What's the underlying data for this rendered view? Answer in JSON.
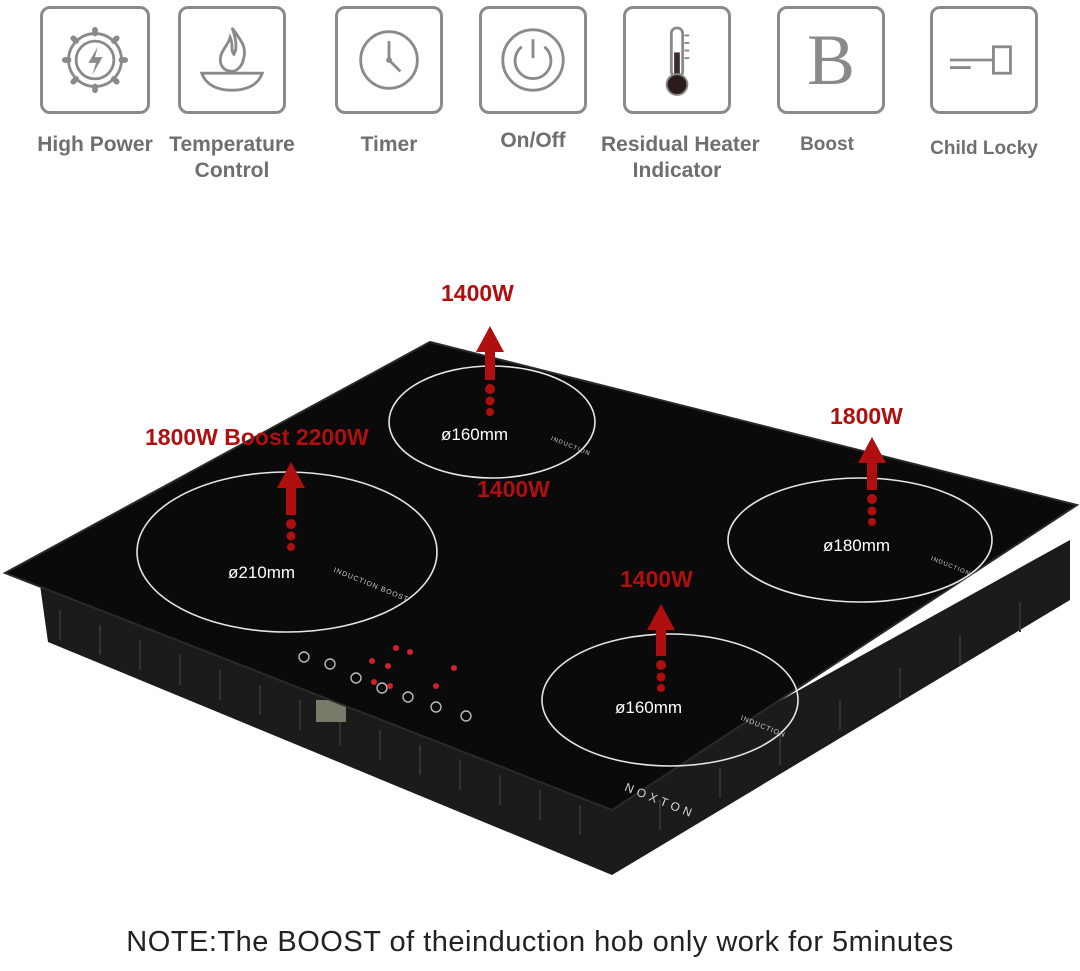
{
  "features": [
    {
      "label": "High Power",
      "icon": "lightning-gear-icon"
    },
    {
      "label": "Temperature\nControl",
      "icon": "flame-pan-icon"
    },
    {
      "label": "Timer",
      "icon": "clock-icon"
    },
    {
      "label": "On/Off",
      "icon": "power-icon"
    },
    {
      "label": "Residual Heater\nIndicator",
      "icon": "thermometer-icon"
    },
    {
      "label": "Boost",
      "icon": "boost-b-icon",
      "glyph": "B"
    },
    {
      "label": "Child Locky",
      "icon": "lock-key-icon"
    }
  ],
  "hob": {
    "brand": "NOXTON",
    "zones": [
      {
        "diameter": "ø210mm",
        "power": "1800W Boost 2200W",
        "marking": "INDUCTION BOOST"
      },
      {
        "diameter": "ø160mm",
        "power": "1400W",
        "marking": "INDUCTION"
      },
      {
        "diameter": "ø180mm",
        "power": "1800W",
        "marking": "INDUCTION"
      },
      {
        "diameter": "ø160mm",
        "power": "1400W",
        "marking": "INDUCTION"
      }
    ],
    "extra_label": "1400W"
  },
  "note": "NOTE:The BOOST of theinduction hob only work for 5minutes",
  "colors": {
    "accent": "#b00f0f",
    "icon_gray": "#8a8a8a",
    "glass": "#0a0a0a"
  }
}
